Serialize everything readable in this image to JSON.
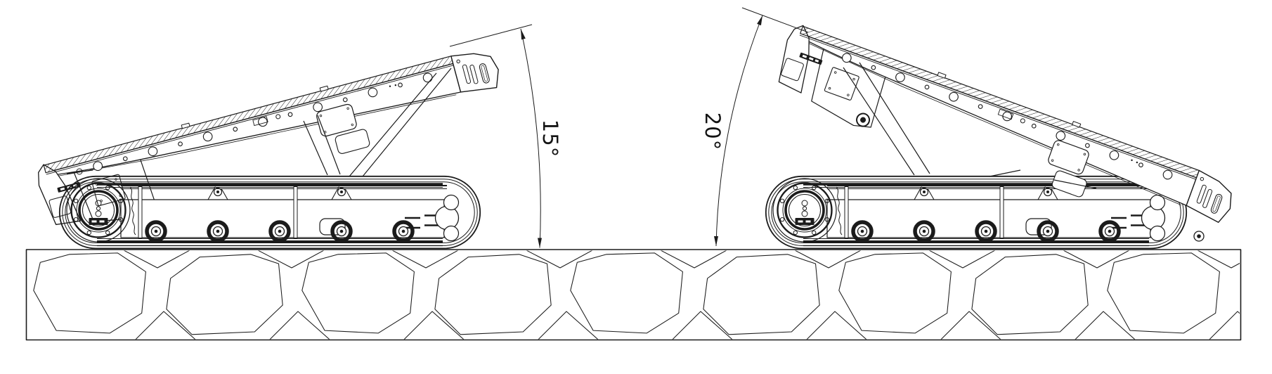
{
  "drawing": {
    "background_color": "#ffffff",
    "line_color": "#1b1b1b",
    "ground": {
      "texture": "stone-paving-band"
    },
    "views": [
      {
        "name": "deck-tilted-front-up",
        "angle_label": "15°"
      },
      {
        "name": "deck-tilted-rear-up",
        "angle_label": "20°"
      }
    ]
  }
}
